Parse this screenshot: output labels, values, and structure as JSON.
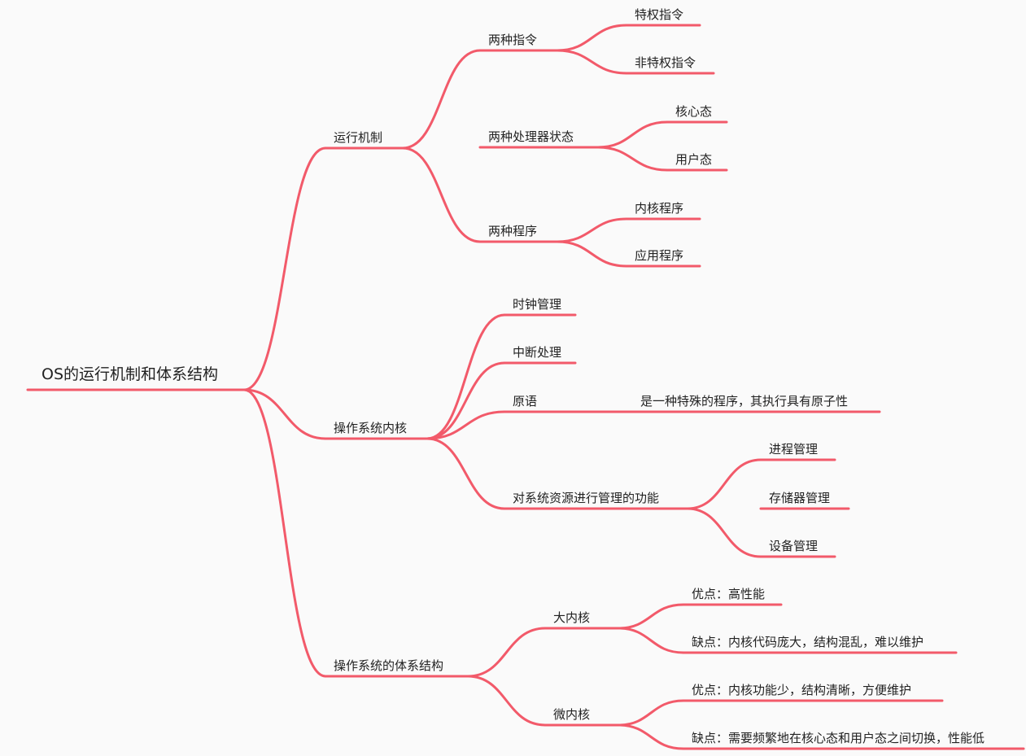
{
  "diagram": {
    "accent_color": "#f25a6a",
    "background_color": "#fafafa",
    "text_color": "#222222",
    "root": {
      "label": "OS的运行机制和体系结构",
      "children": [
        {
          "label": "运行机制",
          "children": [
            {
              "label": "两种指令",
              "children": [
                {
                  "label": "特权指令"
                },
                {
                  "label": "非特权指令"
                }
              ]
            },
            {
              "label": "两种处理器状态",
              "children": [
                {
                  "label": "核心态"
                },
                {
                  "label": "用户态"
                }
              ]
            },
            {
              "label": "两种程序",
              "children": [
                {
                  "label": "内核程序"
                },
                {
                  "label": "应用程序"
                }
              ]
            }
          ]
        },
        {
          "label": "操作系统内核",
          "children": [
            {
              "label": "时钟管理"
            },
            {
              "label": "中断处理"
            },
            {
              "label": "原语",
              "children": [
                {
                  "label": "是一种特殊的程序，其执行具有原子性"
                }
              ]
            },
            {
              "label": "对系统资源进行管理的功能",
              "children": [
                {
                  "label": "进程管理"
                },
                {
                  "label": "存储器管理"
                },
                {
                  "label": "设备管理"
                }
              ]
            }
          ]
        },
        {
          "label": "操作系统的体系结构",
          "children": [
            {
              "label": "大内核",
              "children": [
                {
                  "label": "优点：高性能"
                },
                {
                  "label": "缺点：内核代码庞大，结构混乱，难以维护"
                }
              ]
            },
            {
              "label": "微内核",
              "children": [
                {
                  "label": "优点：内核功能少，结构清晰，方便维护"
                },
                {
                  "label": "缺点：需要频繁地在核心态和用户态之间切换，性能低"
                }
              ]
            }
          ]
        }
      ]
    }
  }
}
